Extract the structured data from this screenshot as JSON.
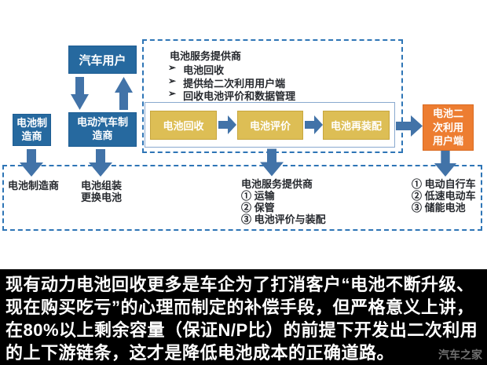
{
  "diagram": {
    "car_user": "汽车用户",
    "battery_maker": "电池制\n造商",
    "ev_maker": "电动汽车制\n造商",
    "service_box": {
      "title": "电池服务提供商",
      "bullet_glyph": "➢",
      "bullets": [
        "电池回收",
        "提供给二次利用用户端",
        "回收电池评价和数据管理"
      ],
      "process": [
        "电池回收",
        "电池评价",
        "电池再装配"
      ]
    },
    "secondary_user": "电池二\n次利用\n用户端",
    "bottom_box": {
      "battery_maker": "电池制造商",
      "assembly": "电池组装\n更换电池",
      "service_provider": "电池服务提供商\n① 运输\n② 保管\n③ 电池评价与装配",
      "secondary_uses": "① 电动自行车\n② 低速电动车\n③ 储能电池"
    },
    "colors": {
      "box_blue": "#26699f",
      "arrow_blue": "#4273a8",
      "dashed_border": "#2e75b6",
      "process_gold": "#ddbe55",
      "gold_border": "#c7a63d",
      "secondary_orange": "#ed7d31",
      "orange_border": "#da6a20",
      "caption_bg": "#000000",
      "caption_text": "#ffffff"
    }
  },
  "caption": {
    "lines": [
      "现有动力电池回收更多是车企为了打消客户“电池不断升级、",
      "现在购买吃亏”的心理而制定的补偿手段，但严格意义上讲，",
      "在80%以上剩余容量（保证N/P比）的前提下开发出二次利用",
      "的上下游链条，这才是降低电池成本的正确道路。"
    ],
    "watermark": "汽车之家"
  }
}
